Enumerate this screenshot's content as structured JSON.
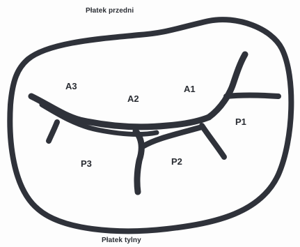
{
  "diagram": {
    "top_label": "Płatek przedni",
    "bottom_label": "Płatek tylny",
    "segments": {
      "a1": "A1",
      "a2": "A2",
      "a3": "A3",
      "p1": "P1",
      "p2": "P2",
      "p3": "P3"
    },
    "colors": {
      "ink": "#2f323a",
      "text": "#2a2d33",
      "background": "#fdfdfd"
    }
  }
}
